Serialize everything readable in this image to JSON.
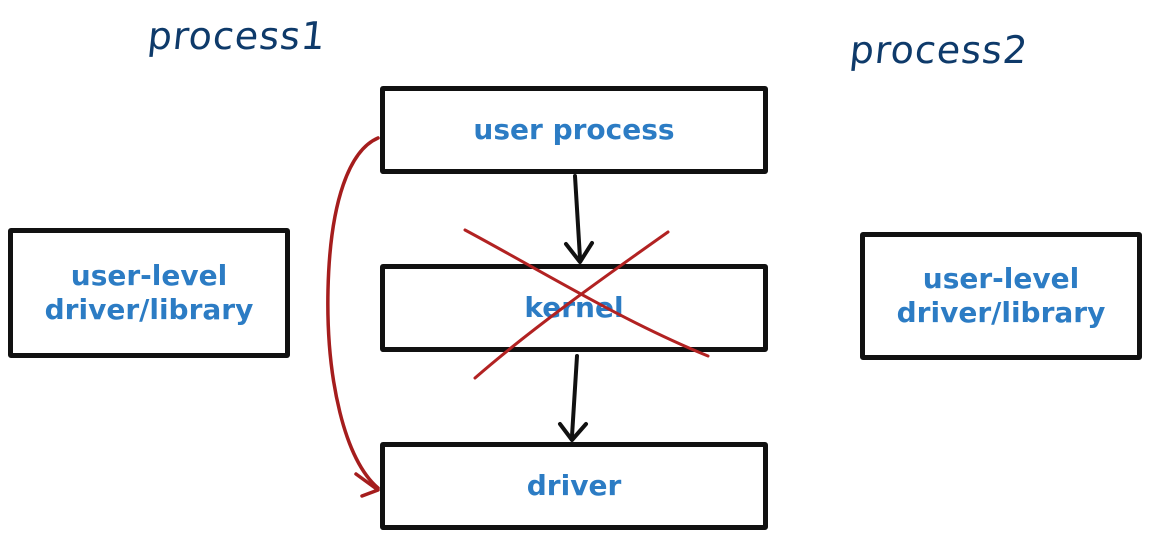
{
  "labels": {
    "process1": "process1",
    "process2": "process2"
  },
  "boxes": {
    "user_process": "user process",
    "kernel": "kernel",
    "driver": "driver",
    "left_lib": {
      "line1": "user-level",
      "line2": "driver/library"
    },
    "right_lib": {
      "line1": "user-level",
      "line2": "driver/library"
    }
  },
  "colors": {
    "box_text": "#2c7cc4",
    "handwriting": "#0e3a6a",
    "bypass_arrow": "#a51d1d",
    "cross_mark": "#b22222",
    "box_border": "#111111"
  }
}
